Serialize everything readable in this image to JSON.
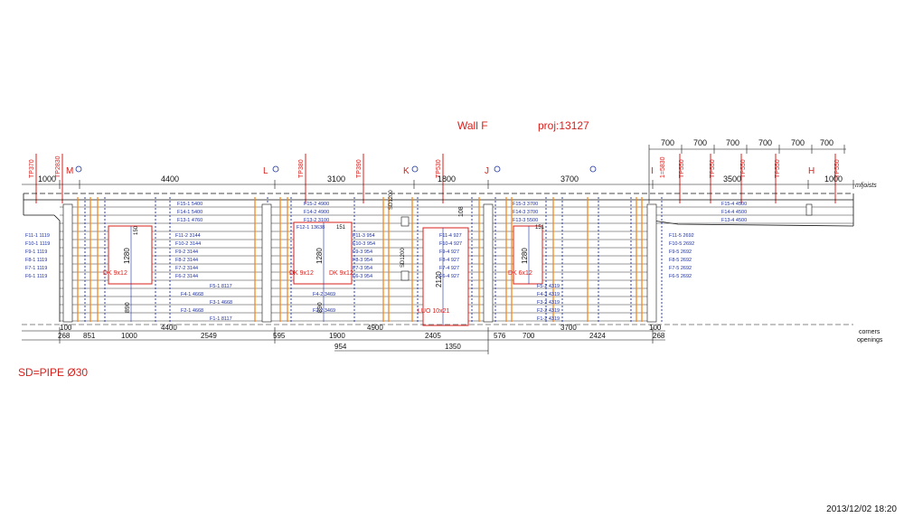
{
  "title": "Wall F",
  "project": "proj:13127",
  "legend_text": "SD=PIPE  Ø30",
  "timestamp": "2013/12/02 18:20",
  "side_notes": {
    "joists": "mfjoists",
    "corners": "corners",
    "openings": "openings"
  },
  "colors": {
    "red": "#d8201c",
    "blue": "#1c2fa0",
    "orange": "#f28a1e",
    "black": "#111111"
  },
  "axis_labels": [
    "M",
    "L",
    "K",
    "J",
    "I",
    "H"
  ],
  "top_dims": [
    "1000",
    "4400",
    "3100",
    "1800",
    "3700",
    "3500",
    "1000"
  ],
  "top_right_dims": [
    "700",
    "700",
    "700",
    "700",
    "700",
    "700"
  ],
  "tp_labels": [
    "TP370",
    "TP2830",
    "TP380",
    "TP390",
    "TP530",
    "1=5830",
    "TP550",
    "TP550",
    "TP550",
    "TP550",
    "TP550"
  ],
  "openings": [
    {
      "height": "1280",
      "label": "DK 9x12",
      "sill": "890",
      "top": "150"
    },
    {
      "height": "1280",
      "label": "DK 9x12",
      "label2": "DK 9x12",
      "sill": "890",
      "top": "151"
    },
    {
      "height": "2120",
      "label": "LUO 10x21",
      "top": "108"
    },
    {
      "height": "1280",
      "label": "DK 6x12",
      "top": "151"
    }
  ],
  "sd_labels": [
    "SD1200",
    "SD1200"
  ],
  "row_labels": {
    "left": [
      "F11-1 1119",
      "F10-1 1119",
      "F9-1 1119",
      "F8-1 1119",
      "F7-1 1119",
      "F6-1 1119"
    ],
    "col1_top": [
      "F15-1 5400",
      "F14-1 5400",
      "F13-1 4760"
    ],
    "col1_mid": [
      "F11-2 3144",
      "F10-2 3144",
      "F9-2 3144",
      "F8-2 3144",
      "F7-2 3144",
      "F6-2 3144"
    ],
    "col1_bot": [
      "F5-1 8117",
      "F4-1 4668",
      "F3-1 4668",
      "F2-1 4668",
      "F1-1 8117"
    ],
    "col2_top": [
      "F15-2 4900",
      "F14-2 4900",
      "F13-2 3100",
      "F12-1 13638"
    ],
    "col2_mid": [
      "F11-3 954",
      "F10-3 954",
      "F9-3 954",
      "F8-3 954",
      "F7-3 954",
      "F6-3 954"
    ],
    "col2_bot": [
      "F4-2 3469",
      "F2-2 3469"
    ],
    "col3": [
      "F11-4 927",
      "F10-4 927",
      "F9-4 927",
      "F8-4 927",
      "F7-4 927",
      "F6-4 927"
    ],
    "col4_top": [
      "F15-3 3700",
      "F14-3 3700",
      "F13-3 5500"
    ],
    "col4_bot": [
      "F5-2 4319",
      "F4-3 4319",
      "F3-2 4319",
      "F2-2 4319",
      "F1-2 4319"
    ],
    "col5_top": [
      "F15-4 4500",
      "F14-4 4500",
      "F13-4 4500"
    ],
    "col5_mid": [
      "F11-5 2692",
      "F10-5 2692",
      "F9-5 2692",
      "F8-5 2692",
      "F7-5 2692",
      "F6-5 2692"
    ]
  },
  "bottom_dims_row1": [
    "100",
    "4400",
    "4900",
    "3700",
    "100"
  ],
  "bottom_dims_row2": [
    "268",
    "851",
    "1000",
    "2549",
    "595",
    "1900",
    "2405",
    "576",
    "700",
    "2424",
    "268"
  ],
  "bottom_dims_row3": [
    "954",
    "1350"
  ]
}
